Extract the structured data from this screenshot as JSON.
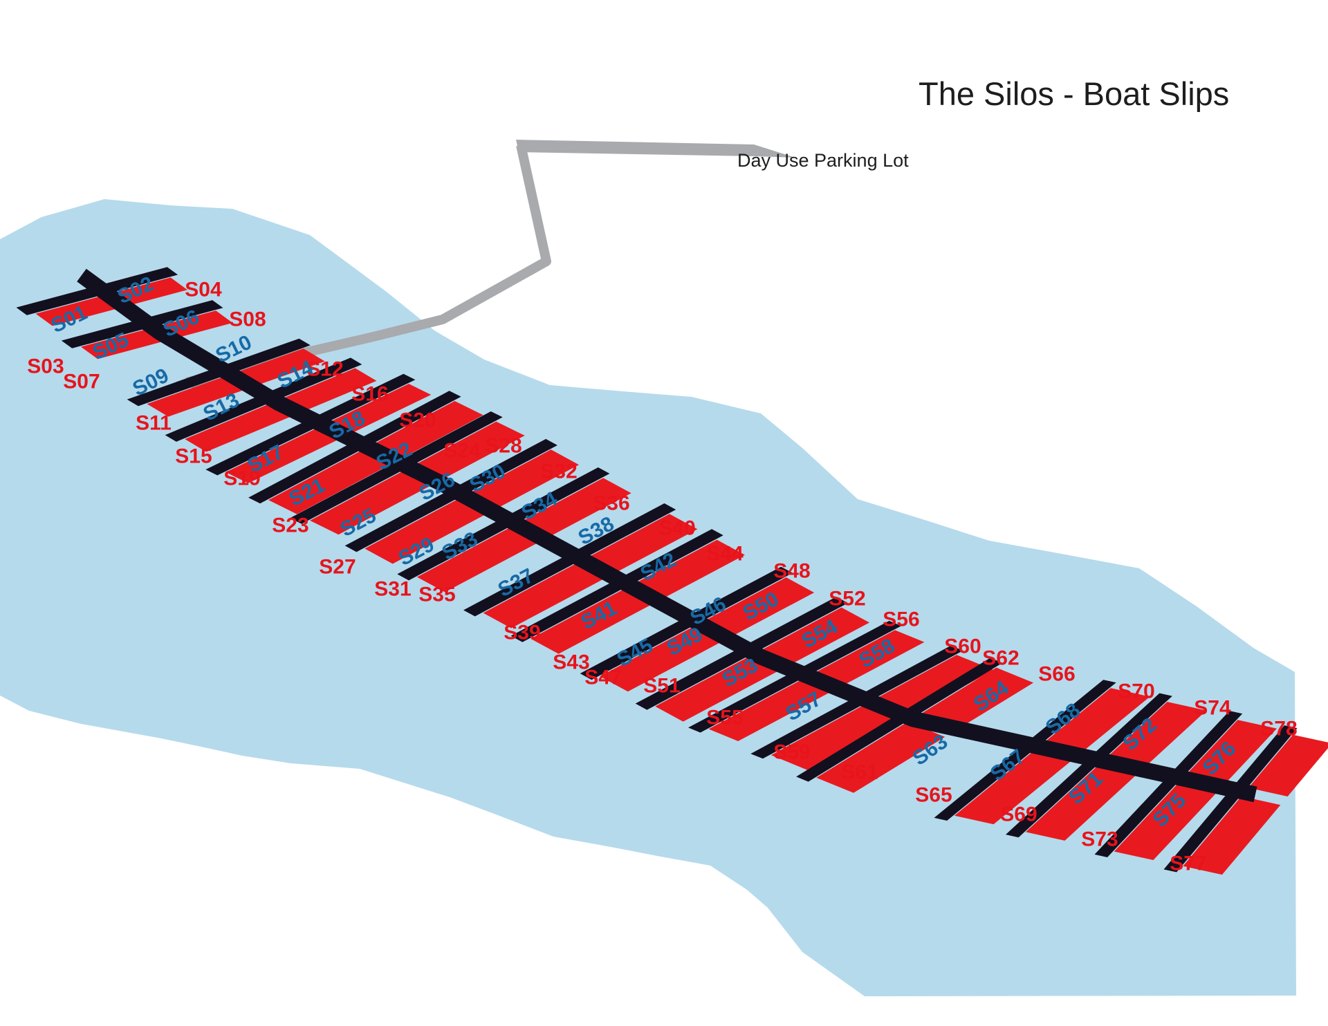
{
  "title": "The Silos - Boat Slips",
  "parking_label": "Day Use Parking Lot",
  "colors": {
    "background": "#ffffff",
    "water": "#b5daec",
    "slip_red": "#e81a20",
    "dock_black": "#12101f",
    "road_gray": "#a8aaad",
    "label_blue": "#176aa6",
    "label_red": "#e8131b",
    "title_text": "#1d1d1f"
  },
  "slips": [
    {
      "id": "S01",
      "color": "blue"
    },
    {
      "id": "S02",
      "color": "blue"
    },
    {
      "id": "S03",
      "color": "red"
    },
    {
      "id": "S04",
      "color": "red"
    },
    {
      "id": "S05",
      "color": "blue"
    },
    {
      "id": "S06",
      "color": "blue"
    },
    {
      "id": "S07",
      "color": "red"
    },
    {
      "id": "S08",
      "color": "red"
    },
    {
      "id": "S09",
      "color": "blue"
    },
    {
      "id": "S10",
      "color": "blue"
    },
    {
      "id": "S11",
      "color": "red"
    },
    {
      "id": "S12",
      "color": "red"
    },
    {
      "id": "S13",
      "color": "blue"
    },
    {
      "id": "S14",
      "color": "blue"
    },
    {
      "id": "S15",
      "color": "red"
    },
    {
      "id": "S16",
      "color": "red"
    },
    {
      "id": "S17",
      "color": "blue"
    },
    {
      "id": "S18",
      "color": "blue"
    },
    {
      "id": "S19",
      "color": "red"
    },
    {
      "id": "S20",
      "color": "red"
    },
    {
      "id": "S21",
      "color": "blue"
    },
    {
      "id": "S22",
      "color": "blue"
    },
    {
      "id": "S23",
      "color": "red"
    },
    {
      "id": "S24",
      "color": "red"
    },
    {
      "id": "S25",
      "color": "blue"
    },
    {
      "id": "S26",
      "color": "blue"
    },
    {
      "id": "S27",
      "color": "red"
    },
    {
      "id": "S28",
      "color": "red"
    },
    {
      "id": "S29",
      "color": "blue"
    },
    {
      "id": "S30",
      "color": "blue"
    },
    {
      "id": "S31",
      "color": "red"
    },
    {
      "id": "S32",
      "color": "red"
    },
    {
      "id": "S33",
      "color": "blue"
    },
    {
      "id": "S34",
      "color": "blue"
    },
    {
      "id": "S35",
      "color": "red"
    },
    {
      "id": "S36",
      "color": "red"
    },
    {
      "id": "S37",
      "color": "blue"
    },
    {
      "id": "S38",
      "color": "blue"
    },
    {
      "id": "S39",
      "color": "red"
    },
    {
      "id": "S40",
      "color": "red"
    },
    {
      "id": "S41",
      "color": "blue"
    },
    {
      "id": "S42",
      "color": "blue"
    },
    {
      "id": "S43",
      "color": "red"
    },
    {
      "id": "S44",
      "color": "red"
    },
    {
      "id": "S45",
      "color": "blue"
    },
    {
      "id": "S46",
      "color": "blue"
    },
    {
      "id": "S47",
      "color": "red"
    },
    {
      "id": "S48",
      "color": "red"
    },
    {
      "id": "S49",
      "color": "blue"
    },
    {
      "id": "S50",
      "color": "blue"
    },
    {
      "id": "S51",
      "color": "red"
    },
    {
      "id": "S52",
      "color": "red"
    },
    {
      "id": "S53",
      "color": "blue"
    },
    {
      "id": "S54",
      "color": "blue"
    },
    {
      "id": "S55",
      "color": "red"
    },
    {
      "id": "S56",
      "color": "red"
    },
    {
      "id": "S57",
      "color": "blue"
    },
    {
      "id": "S58",
      "color": "blue"
    },
    {
      "id": "S59",
      "color": "red"
    },
    {
      "id": "S60",
      "color": "red"
    },
    {
      "id": "S61",
      "color": "red"
    },
    {
      "id": "S62",
      "color": "red"
    },
    {
      "id": "S63",
      "color": "blue"
    },
    {
      "id": "S64",
      "color": "blue"
    },
    {
      "id": "S65",
      "color": "red"
    },
    {
      "id": "S66",
      "color": "red"
    },
    {
      "id": "S67",
      "color": "blue"
    },
    {
      "id": "S68",
      "color": "blue"
    },
    {
      "id": "S69",
      "color": "red"
    },
    {
      "id": "S70",
      "color": "red"
    },
    {
      "id": "S71",
      "color": "blue"
    },
    {
      "id": "S72",
      "color": "blue"
    },
    {
      "id": "S73",
      "color": "red"
    },
    {
      "id": "S74",
      "color": "red"
    },
    {
      "id": "S75",
      "color": "blue"
    },
    {
      "id": "S76",
      "color": "blue"
    },
    {
      "id": "S77",
      "color": "red"
    },
    {
      "id": "S78",
      "color": "red"
    }
  ]
}
